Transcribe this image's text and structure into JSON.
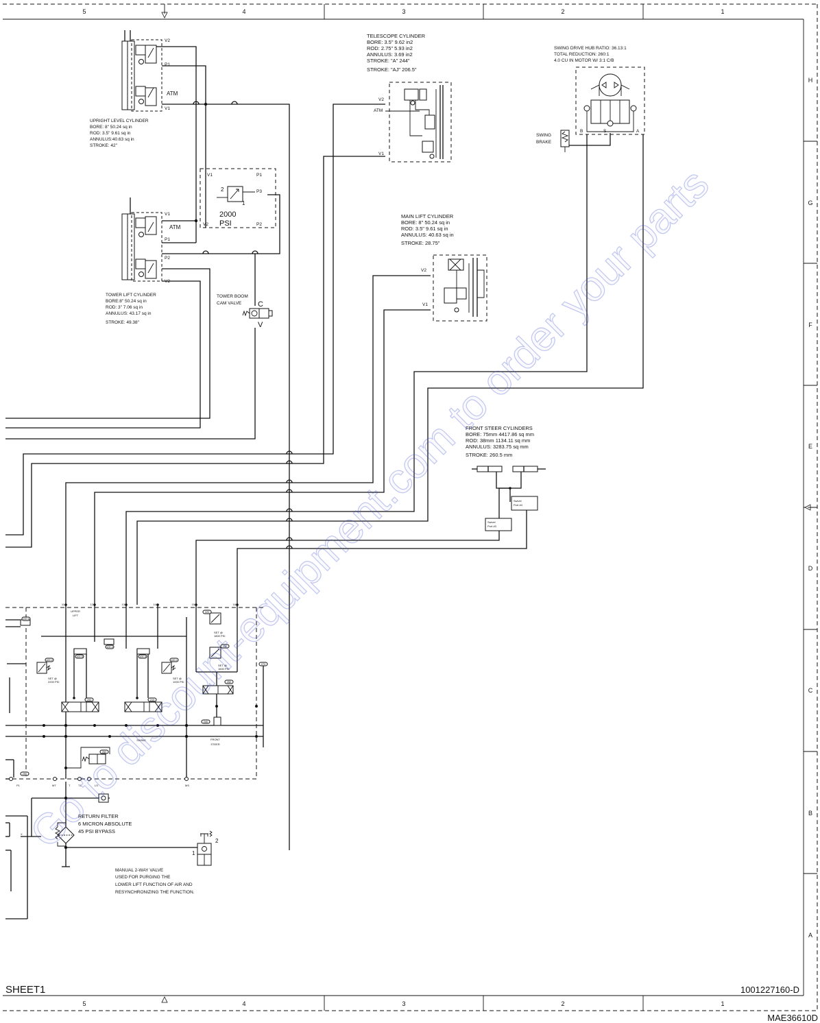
{
  "zones": {
    "columns": [
      "5",
      "4",
      "3",
      "2",
      "1"
    ],
    "rows": [
      "H",
      "G",
      "F",
      "E",
      "D",
      "C",
      "B",
      "A"
    ]
  },
  "sheet_label": "SHEET1",
  "drawing_number": "1001227160-D",
  "file_code": "MAE36610D",
  "watermark": "Go to discount-equipment.com to order your parts",
  "upright_level": {
    "ports": [
      "V2",
      "P1",
      "ATM",
      "V1"
    ],
    "lines": [
      "UPRIGHT LEVEL CYLINDER",
      "BORE: 8\" 50.24 sq in",
      "ROD: 3.5\" 9.61 sq in",
      "ANNULUS:40.63 sq in",
      "STROKE: 42\""
    ]
  },
  "tower_lift": {
    "ports": [
      "V1",
      "ATM",
      "P1",
      "P2",
      "V2"
    ],
    "lines": [
      "TOWER LIFT CYLINDER",
      "BORE:8\" 50.24 sq in",
      "ROD: 3\" 7.06 sq in",
      "ANNULUS: 43.17  sq in",
      "STROKE: 49.38\""
    ]
  },
  "relief_block": {
    "ports": [
      "V1",
      "P1",
      "P3",
      "V2",
      "P2"
    ],
    "num_left": "2",
    "num_right": "1",
    "setting_line1": "2000",
    "setting_line2": "PSI"
  },
  "cam_valve": {
    "lines": [
      "TOWER BOOM",
      "CAM VALVE"
    ],
    "port_c": "C",
    "port_v": "V"
  },
  "telescope": {
    "ports": [
      "V2",
      "ATM",
      "V1"
    ],
    "lines": [
      "TELESCOPE CYLINDER",
      "BORE: 3.5\"   9.62 in2",
      "ROD: 2.75\"   5.93 in2",
      "ANNULUS:   3.69 in2",
      "STROKE:  \"A\" 244\"",
      "STROKE: \"AJ\" 206.5\""
    ]
  },
  "swing_drive": {
    "lines": [
      "SWING DRIVE HUB RATIO: 36.13:1",
      "TOTAL REDUCTION: 260:1",
      "4.0 CU IN MOTOR W/ 3:1 C/B"
    ],
    "ports": [
      "B",
      "S",
      "A"
    ],
    "brake_lines": [
      "SWING",
      "BRAKE"
    ]
  },
  "main_lift": {
    "ports": [
      "V2",
      "V1"
    ],
    "lines": [
      "MAIN LIFT CYLINDER",
      "BORE: 8\"   50.24 sq in",
      "ROD: 3.5\"   9.61 sq in",
      "ANNULUS:   40.63 sq in",
      "STROKE:    28.75\""
    ]
  },
  "front_steer": {
    "lines": [
      "FRONT STEER CYLINDERS",
      "BORE: 75mm  4417.86 sq mm",
      "ROD: 38mm  1134.11 sq mm",
      "ANNULUS: 3283.75 sq mm",
      "STROKE: 260.5 mm"
    ],
    "swivel_a": [
      "Swivel",
      "Port #3"
    ],
    "swivel_b": [
      "Swivel",
      "Port #4"
    ]
  },
  "manifold": {
    "ports": [
      "11",
      "12",
      "13",
      "14",
      "15",
      "16"
    ],
    "upper_lift": [
      "UPPER",
      "LIFT"
    ],
    "swing": "SWING",
    "front_steer": [
      "FRONT",
      "STEER"
    ],
    "bottom_ports": [
      "P1",
      "MT",
      "T",
      "T1",
      "LS",
      "MS"
    ],
    "tags": [
      "100.6",
      "100.5",
      "100.4",
      "100.3",
      "100.2",
      "100.1",
      "200",
      "210",
      "220",
      "230",
      "240",
      "250",
      "260",
      "270",
      "290"
    ],
    "reliefs": [
      "SET @",
      "2200 PSI",
      "SET @",
      "1000 PSI",
      "SET @",
      "1800 PSI",
      "SET @",
      "1600 PSI"
    ]
  },
  "return_filter": {
    "lines": [
      "RETURN FILTER",
      "6 MICRON ABSOLUTE",
      "45 PSI BYPASS"
    ],
    "port_x": "X"
  },
  "manual_valve": {
    "port_1": "1",
    "port_2": "2",
    "lines": [
      "MANUAL 2-WAY VALVE",
      "USED FOR PURGING THE",
      "LOWER LIFT FUNCTION OF AIR AND",
      "RESYNCHRONIZING THE FUNCTION."
    ]
  }
}
